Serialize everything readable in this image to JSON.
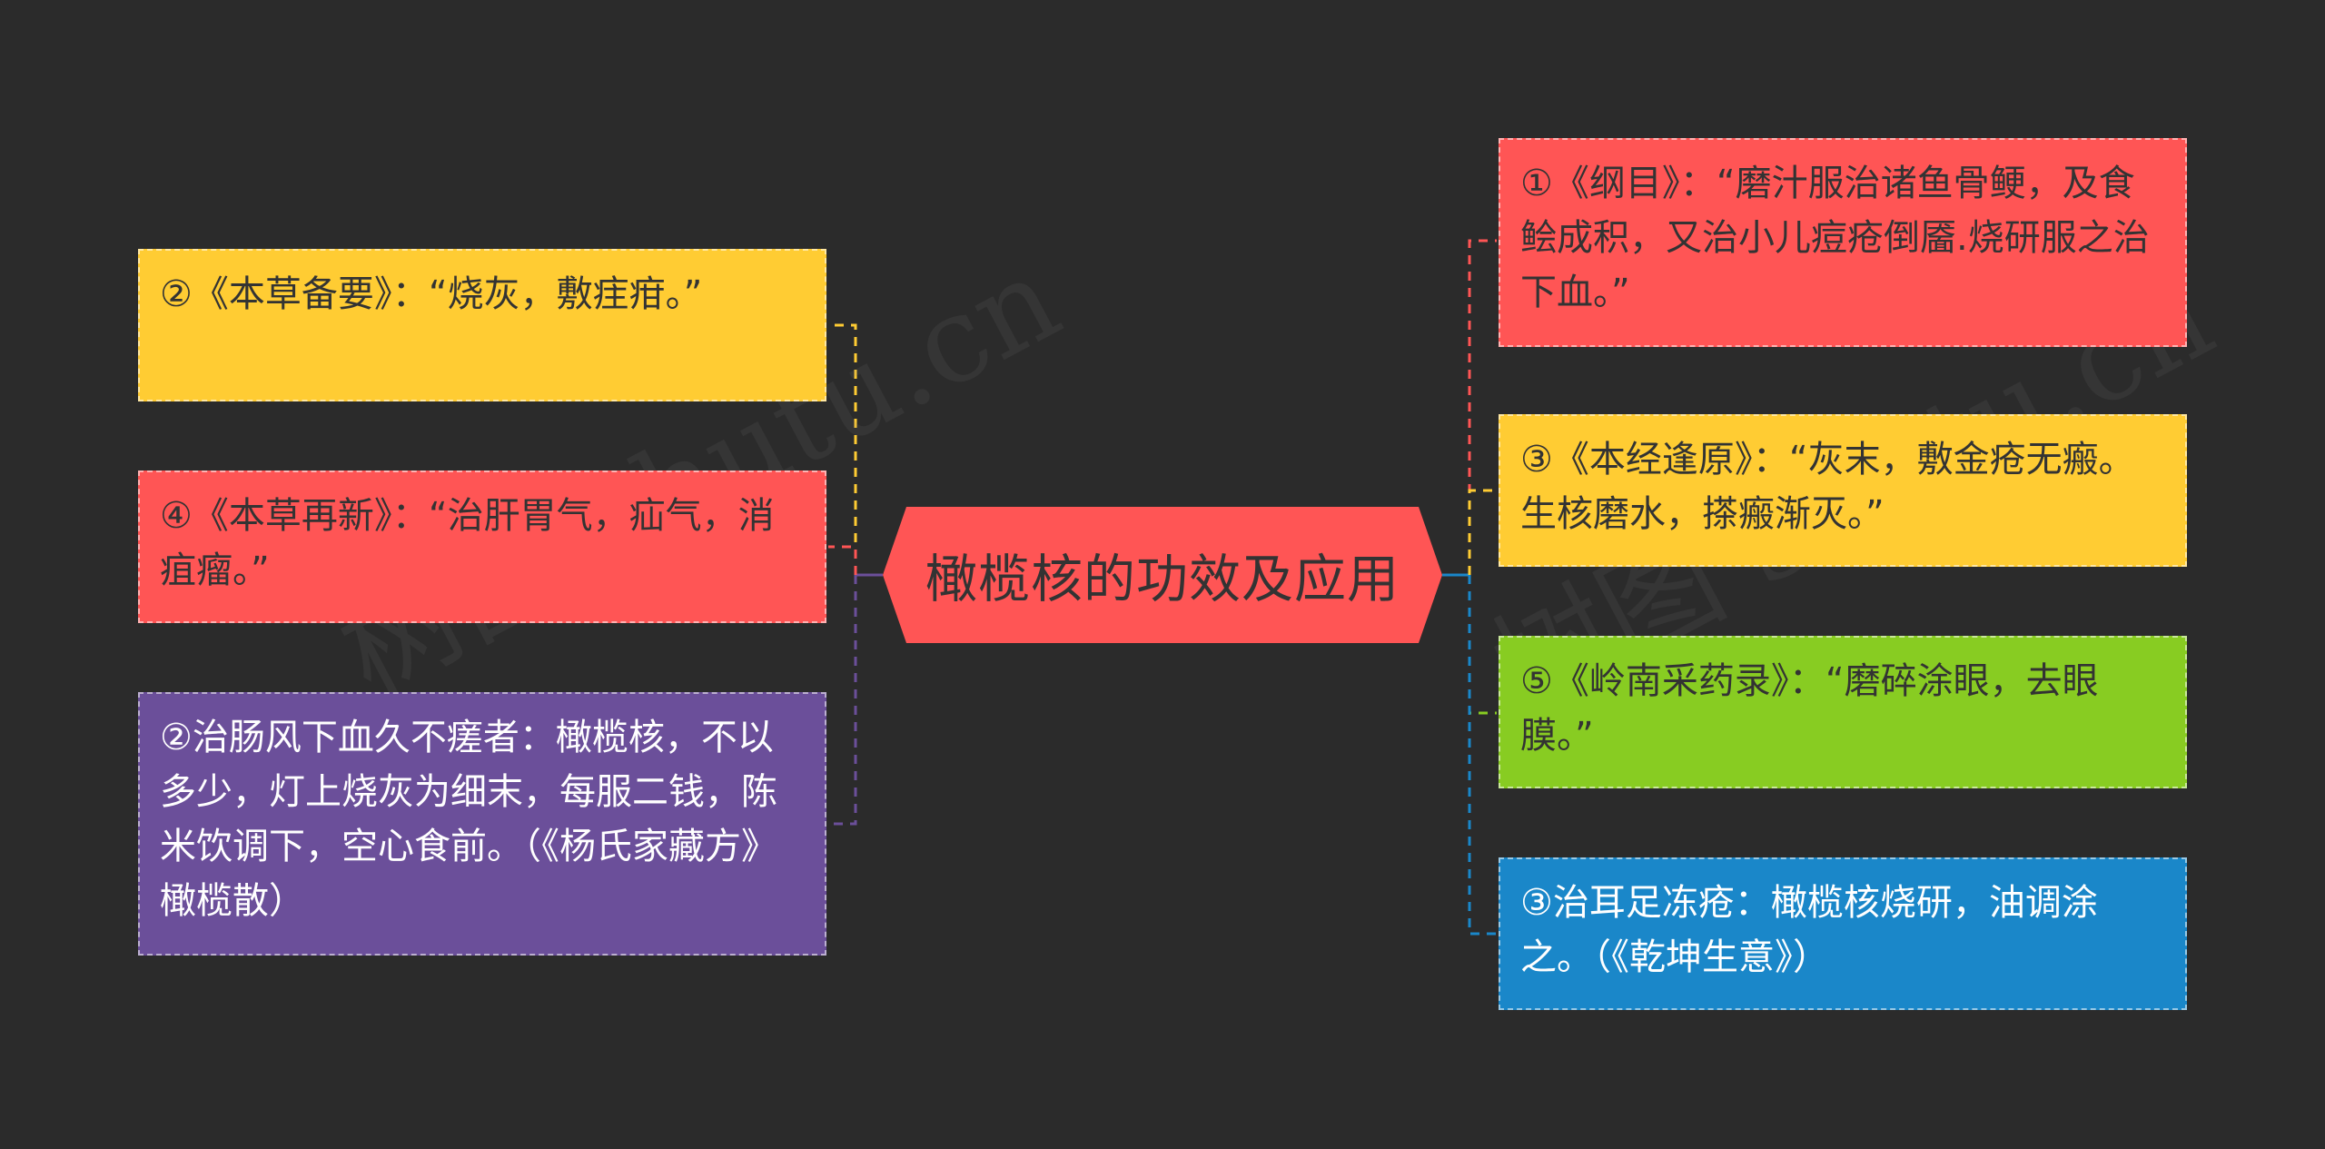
{
  "colors": {
    "background": "#2b2b2b",
    "red": "#ff5555",
    "yellow": "#ffcc33",
    "green": "#88cc22",
    "blue": "#1a87c9",
    "purple": "#6b4f9a"
  },
  "center": {
    "label": "橄榄核的功效及应用"
  },
  "left_nodes": [
    {
      "text": "②《本草备要》：“烧灰，敷疰疳。”",
      "color": "#ffcc33"
    },
    {
      "text": "④《本草再新》：“治肝胃气，疝气，消疽瘤。”",
      "color": "#ff5555"
    },
    {
      "text": "②治肠风下血久不瘥者：橄榄核，不以多少，灯上烧灰为细末，每服二钱，陈米饮调下，空心食前。（《杨氏家藏方》橄榄散）",
      "color": "#6b4f9a"
    }
  ],
  "right_nodes": [
    {
      "text": "①《纲目》：“磨汁服治诸鱼骨鲠，及食鲙成积，又治小儿痘疮倒靥.烧研服之治下血。”",
      "color": "#ff5555"
    },
    {
      "text": "③《本经逢原》：“灰末，敷金疮无瘢。生核磨水，搽瘢渐灭。”",
      "color": "#ffcc33"
    },
    {
      "text": "⑤《岭南采药录》：“磨碎涂眼，去眼膜。”",
      "color": "#88cc22"
    },
    {
      "text": "③治耳足冻疮：橄榄核烧研，油调涂之。（《乾坤生意》）",
      "color": "#1a87c9"
    }
  ],
  "watermark": {
    "left": "树图 shutu.cn",
    "right": "树图 shutu.cn"
  }
}
